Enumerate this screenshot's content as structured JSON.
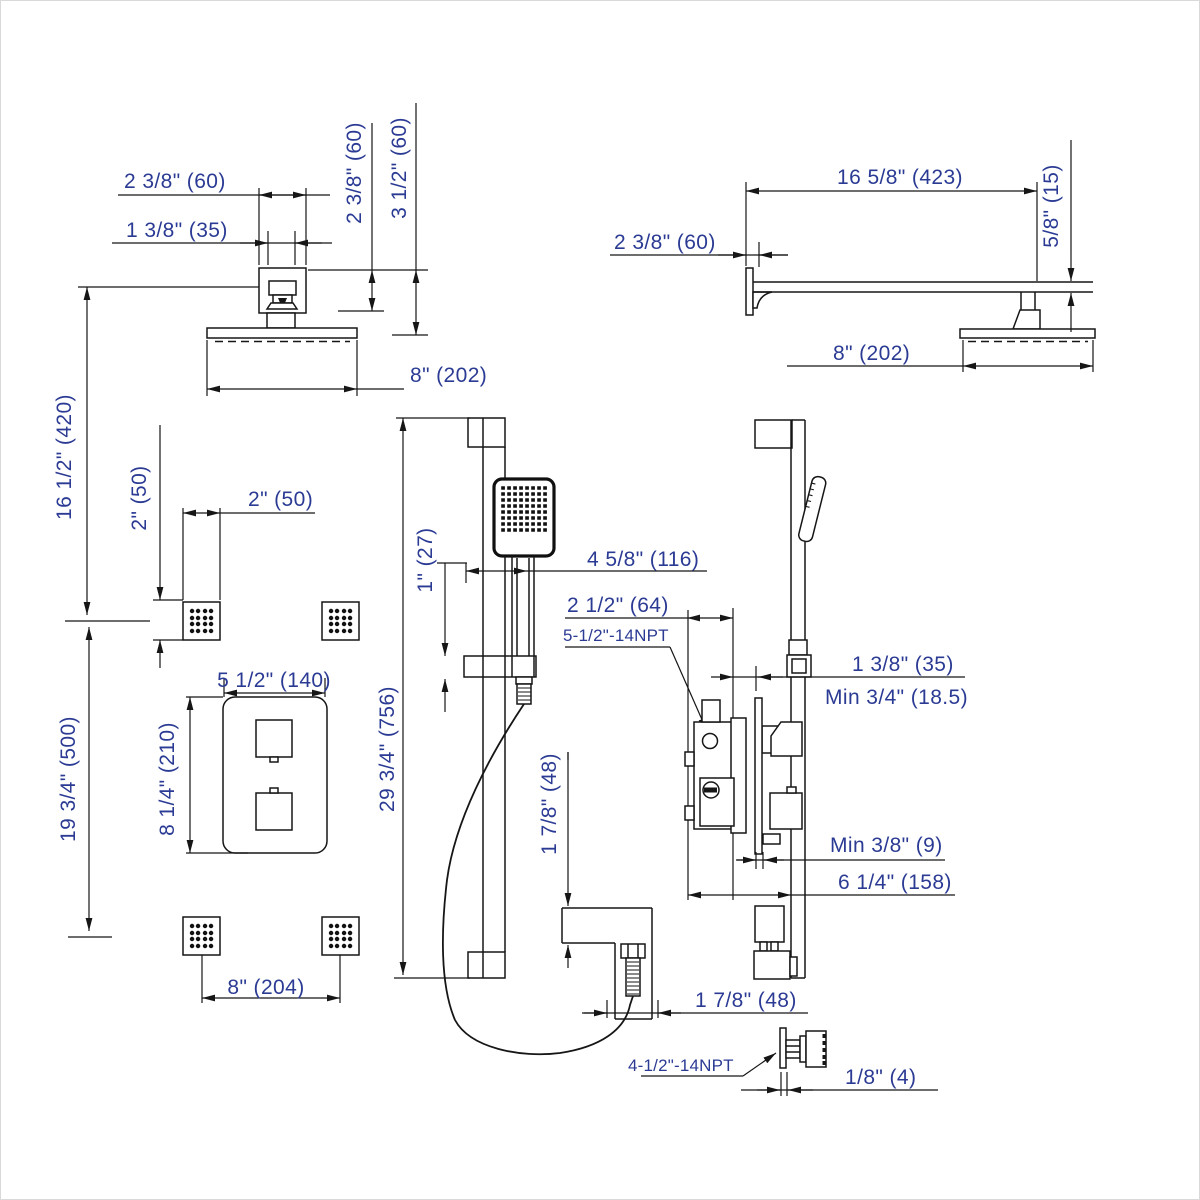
{
  "drawing": {
    "kind": "shower-system-installation-dimension-diagram",
    "colors": {
      "background": "#ffffff",
      "line": "#161616",
      "dimension_text": "#2b3b94"
    }
  },
  "dimensions": {
    "head_front": {
      "plate_width": {
        "text": "2 3/8\" (60)"
      },
      "arm_width": {
        "text": "1 3/8\" (35)"
      },
      "plate_height": {
        "text": "2 3/8\" (60)"
      },
      "head_drop": {
        "text": "3 1/2\" (60)"
      },
      "head_width": {
        "text": "8\" (202)"
      }
    },
    "head_side": {
      "arm_length": {
        "text": "16 5/8\" (423)"
      },
      "wall_plate": {
        "text": "2 3/8\" (60)"
      },
      "head_thickness": {
        "text": "5/8\" (15)"
      },
      "head_width": {
        "text": "8\" (202)"
      }
    },
    "jets_front": {
      "head_to_jets": {
        "text": "16 1/2\" (420)"
      },
      "jets_row_gap": {
        "text": "19 3/4\" (500)"
      },
      "jet_height": {
        "text": "2\" (50)"
      },
      "jet_width": {
        "text": "2\" (50)"
      },
      "jets_spacing": {
        "text": "8\" (204)"
      }
    },
    "valve_trim": {
      "width": {
        "text": "5 1/2\" (140)"
      },
      "height": {
        "text": "8 1/4\" (210)"
      }
    },
    "slide_bar": {
      "length": {
        "text": "29 3/4\" (756)"
      },
      "slider_height": {
        "text": "1\" (27)"
      },
      "handshower_offset": {
        "text": "4 5/8\" (116)"
      }
    },
    "valve_side": {
      "depth": {
        "text": "2 1/2\" (64)"
      },
      "inlet_thread": {
        "text": "5-1/2\"-14NPT"
      },
      "bar_offset": {
        "text": "1 3/8\" (35)"
      },
      "min_depth": {
        "text": "Min 3/4\" (18.5)"
      },
      "min_trim_gap": {
        "text": "Min 3/8\" (9)"
      },
      "total_depth": {
        "text": "6 1/4\" (158)"
      }
    },
    "outlet": {
      "drop": {
        "text": "1 7/8\" (48)"
      },
      "offset": {
        "text": "1 7/8\" (48)"
      },
      "thread": {
        "text": "4-1/2\"-14NPT"
      }
    },
    "jet_side": {
      "wall_gap": {
        "text": "1/8\" (4)"
      }
    }
  }
}
